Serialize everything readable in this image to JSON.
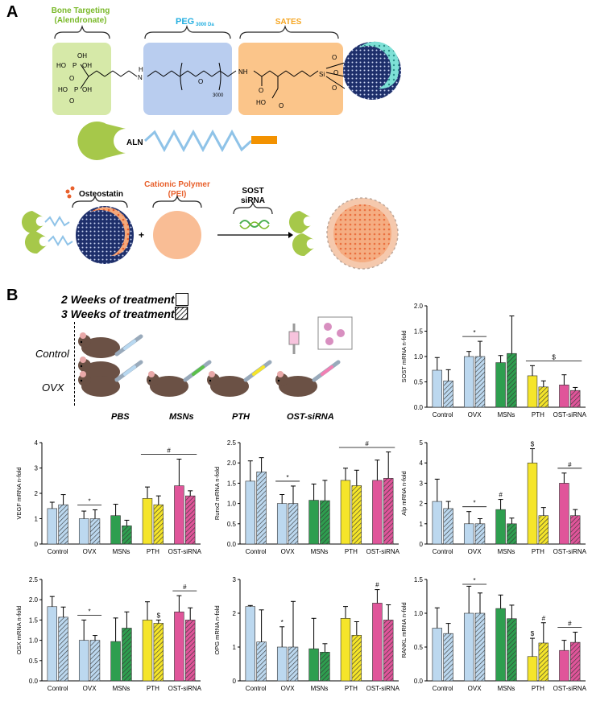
{
  "panel_a": {
    "label": "A",
    "groups": {
      "bone_targeting": "Bone Targeting",
      "bone_targeting_sub": "(Alendronate)",
      "peg": "PEG",
      "peg_sub": "3000 Da",
      "sates": "SATES"
    },
    "chem": {
      "ho1": "HO",
      "p1": "P",
      "oh1": "OH",
      "oh_top": "OH",
      "ho2": "HO",
      "p2": "P",
      "oh2": "OH",
      "o1": "O",
      "o2": "O",
      "n1": "N",
      "h1": "H",
      "peg_repeat": "3000",
      "o_peg": "O",
      "nh": "NH",
      "o_carbonyl": "O",
      "ho_acid": "HO",
      "o_acid": "O",
      "si": "Si",
      "o_si1": "O",
      "o_si2": "O",
      "o_si3": "O"
    },
    "aln": "ALN",
    "osteostatin": "Osteostatin",
    "cationic_polymer": "Cationic Polymer",
    "cationic_polymer_sub": "(PEI)",
    "sost_sirna_1": "SOST",
    "sost_sirna_2": "siRNA",
    "plus": "+",
    "colors": {
      "green": "#7ab929",
      "blue": "#22aee0",
      "orange": "#f5a623",
      "red_orange": "#e8602c"
    }
  },
  "panel_b": {
    "label": "B",
    "legend": [
      "2 Weeks of treatment",
      "3 Weeks of treatment"
    ],
    "rows": [
      "Control",
      "OVX"
    ],
    "cols": [
      "PBS",
      "MSNs",
      "PTH",
      "OST-siRNA"
    ]
  },
  "chart_data": [
    {
      "type": "bar",
      "ylabel": "SOST mRNA n-fold",
      "ylim": [
        0,
        2.0
      ],
      "yticks": [
        "0.0",
        "0.5",
        "1.0",
        "1.5",
        "2.0"
      ],
      "categories": [
        "Control",
        "OVX",
        "MSNs",
        "PTH",
        "OST-siRNA"
      ],
      "series": [
        {
          "values": [
            0.73,
            1.0,
            0.88,
            0.62,
            0.44
          ],
          "err": [
            0.25,
            0.1,
            0.14,
            0.2,
            0.2
          ]
        },
        {
          "values": [
            0.52,
            1.0,
            1.06,
            0.4,
            0.33
          ],
          "err": [
            0.22,
            0.3,
            0.74,
            0.12,
            0.06
          ]
        }
      ],
      "annotations": [
        {
          "text": "*",
          "from": 1,
          "to": 1
        },
        {
          "text": "$",
          "from": 3,
          "to": 4
        }
      ]
    },
    {
      "type": "bar",
      "ylabel": "VEGF mRNA n-fold",
      "ylim": [
        0,
        4
      ],
      "yticks": [
        "0",
        "1",
        "2",
        "3",
        "4"
      ],
      "categories": [
        "Control",
        "OVX",
        "MSNs",
        "PTH",
        "OST-siRNA"
      ],
      "series": [
        {
          "values": [
            1.4,
            1.0,
            1.12,
            1.8,
            2.3
          ],
          "err": [
            0.25,
            0.3,
            0.45,
            0.45,
            1.05
          ]
        },
        {
          "values": [
            1.55,
            1.0,
            0.72,
            1.55,
            1.9
          ],
          "err": [
            0.4,
            0.35,
            0.22,
            0.35,
            0.2
          ]
        }
      ],
      "annotations": [
        {
          "text": "*",
          "from": 1,
          "to": 1
        },
        {
          "text": "#",
          "from": 3,
          "to": 4
        }
      ]
    },
    {
      "type": "bar",
      "ylabel": "Runx2 mRNA n-fold",
      "ylim": [
        0,
        2.5
      ],
      "yticks": [
        "0.0",
        "0.5",
        "1.0",
        "1.5",
        "2.0",
        "2.5"
      ],
      "categories": [
        "Control",
        "OVX",
        "MSNs",
        "PTH",
        "OST-siRNA"
      ],
      "series": [
        {
          "values": [
            1.55,
            1.0,
            1.08,
            1.57,
            1.57
          ],
          "err": [
            0.5,
            0.22,
            0.4,
            0.3,
            0.5
          ]
        },
        {
          "values": [
            1.78,
            1.0,
            1.07,
            1.44,
            1.62
          ],
          "err": [
            0.35,
            0.43,
            0.5,
            0.38,
            0.65
          ]
        }
      ],
      "annotations": [
        {
          "text": "*",
          "from": 1,
          "to": 1
        },
        {
          "text": "#",
          "from": 3,
          "to": 4
        }
      ]
    },
    {
      "type": "bar",
      "ylabel": "Alp mRNA n-fold",
      "ylim": [
        0,
        5
      ],
      "yticks": [
        "0",
        "1",
        "2",
        "3",
        "4",
        "5"
      ],
      "categories": [
        "Control",
        "OVX",
        "MSNs",
        "PTH",
        "OST-siRNA"
      ],
      "series": [
        {
          "values": [
            2.1,
            1.0,
            1.7,
            4.0,
            3.0
          ],
          "err": [
            1.1,
            0.6,
            0.5,
            0.7,
            0.5
          ]
        },
        {
          "values": [
            1.75,
            1.0,
            1.0,
            1.4,
            1.4
          ],
          "err": [
            0.35,
            0.25,
            0.28,
            0.4,
            0.3
          ]
        }
      ],
      "annotations": [
        {
          "text": "*",
          "from": 1,
          "to": 1
        },
        {
          "text": "#",
          "bar": "MSNs"
        },
        {
          "text": "$",
          "bar": "PTH"
        },
        {
          "text": "#",
          "from": 4,
          "to": 4
        }
      ]
    },
    {
      "type": "bar",
      "ylabel": "OSX mRNA n-fold",
      "ylim": [
        0,
        2.5
      ],
      "yticks": [
        "0.0",
        "0.5",
        "1.0",
        "1.5",
        "2.0",
        "2.5"
      ],
      "categories": [
        "Control",
        "OVX",
        "MSNs",
        "PTH",
        "OST-siRNA"
      ],
      "series": [
        {
          "values": [
            1.83,
            1.0,
            0.97,
            1.5,
            1.7
          ],
          "err": [
            0.25,
            0.5,
            0.58,
            0.45,
            0.4
          ]
        },
        {
          "values": [
            1.57,
            1.0,
            1.3,
            1.42,
            1.5
          ],
          "err": [
            0.25,
            0.12,
            0.4,
            0.08,
            0.3
          ]
        }
      ],
      "annotations": [
        {
          "text": "*",
          "from": 1,
          "to": 1
        },
        {
          "text": "$",
          "bar": "PTH-3w"
        },
        {
          "text": "#",
          "from": 4,
          "to": 4
        }
      ]
    },
    {
      "type": "bar",
      "ylabel": "OPG mRNA n-fold",
      "ylim": [
        0,
        3
      ],
      "yticks": [
        "0",
        "1",
        "2",
        "3"
      ],
      "categories": [
        "Control",
        "OVX",
        "MSNs",
        "PTH",
        "OST-siRNA"
      ],
      "series": [
        {
          "values": [
            2.2,
            1.0,
            0.95,
            1.85,
            2.3
          ],
          "err": [
            0.03,
            0.6,
            0.9,
            0.35,
            0.4
          ]
        },
        {
          "values": [
            1.15,
            1.0,
            0.85,
            1.35,
            1.8
          ],
          "err": [
            0.95,
            1.35,
            0.25,
            0.4,
            0.45
          ]
        }
      ],
      "annotations": [
        {
          "text": "*",
          "bar": "OVX"
        },
        {
          "text": "#",
          "bar": "OST-siRNA"
        }
      ]
    },
    {
      "type": "bar",
      "ylabel": "RANKL mRNA n-fold",
      "ylim": [
        0,
        1.5
      ],
      "yticks": [
        "0.0",
        "0.5",
        "1.0",
        "1.5"
      ],
      "categories": [
        "Control",
        "OVX",
        "MSNs",
        "PTH",
        "OST-siRNA"
      ],
      "series": [
        {
          "values": [
            0.78,
            1.0,
            1.07,
            0.36,
            0.45
          ],
          "err": [
            0.3,
            0.4,
            0.2,
            0.27,
            0.15
          ]
        },
        {
          "values": [
            0.7,
            1.0,
            0.92,
            0.56,
            0.57
          ],
          "err": [
            0.15,
            0.3,
            0.2,
            0.3,
            0.15
          ]
        }
      ],
      "annotations": [
        {
          "text": "*",
          "from": 1,
          "to": 1
        },
        {
          "text": "$",
          "bar": "PTH"
        },
        {
          "text": "#",
          "bar": "PTH-3w"
        },
        {
          "text": "#",
          "from": 4,
          "to": 4
        }
      ]
    }
  ]
}
